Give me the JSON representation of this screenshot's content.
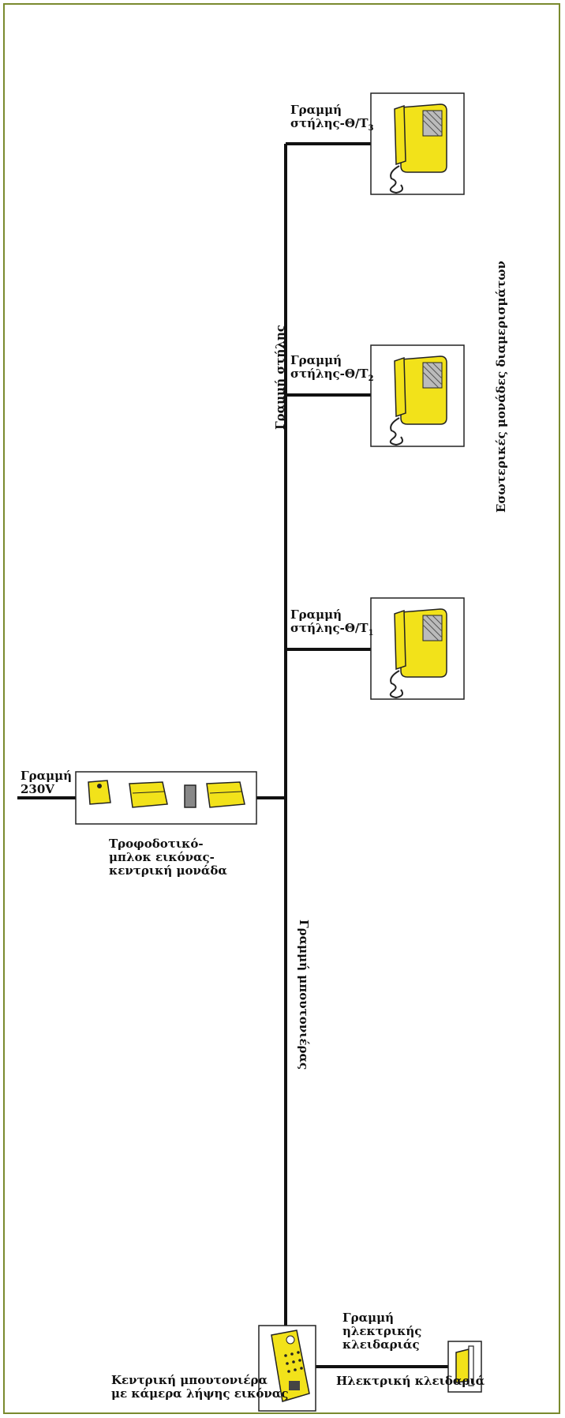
{
  "labels": {
    "riser_t3_line1": "Γραμμή",
    "riser_t3_line2": "στήλης-Θ/Τ",
    "riser_t3_sub": "3",
    "riser_t2_line1": "Γραμμή",
    "riser_t2_line2": "στήλης-Θ/Τ",
    "riser_t2_sub": "2",
    "riser_t1_line1": "Γραμμή",
    "riser_t1_line2": "στήλης-Θ/Τ",
    "riser_t1_sub": "1",
    "column_line": "Γραμμή στήλης",
    "apartment_units": "Εσωτερικές μονάδες διαμερισμάτων",
    "power_line_1": "Γραμμή",
    "power_line_2": "230V",
    "supply_1": "Τροφοδοτικό-",
    "supply_2": "μπλοκ εικόνας-",
    "supply_3": "κεντρική μονάδα",
    "panel_line": "Γραμμή μπουτονιέρας",
    "lock_line_1": "Γραμμή",
    "lock_line_2": "ηλεκτρικής",
    "lock_line_3": "κλειδαριάς",
    "panel_1": "Κεντρική μπουτονιέρα",
    "panel_2": "με κάμερα λήψης εικόνας",
    "lock": "Ηλεκτρική κλειδαριά"
  },
  "colors": {
    "device_yellow": "#f2e21a",
    "frame_olive": "#7a8a2e",
    "wire": "#111111"
  }
}
